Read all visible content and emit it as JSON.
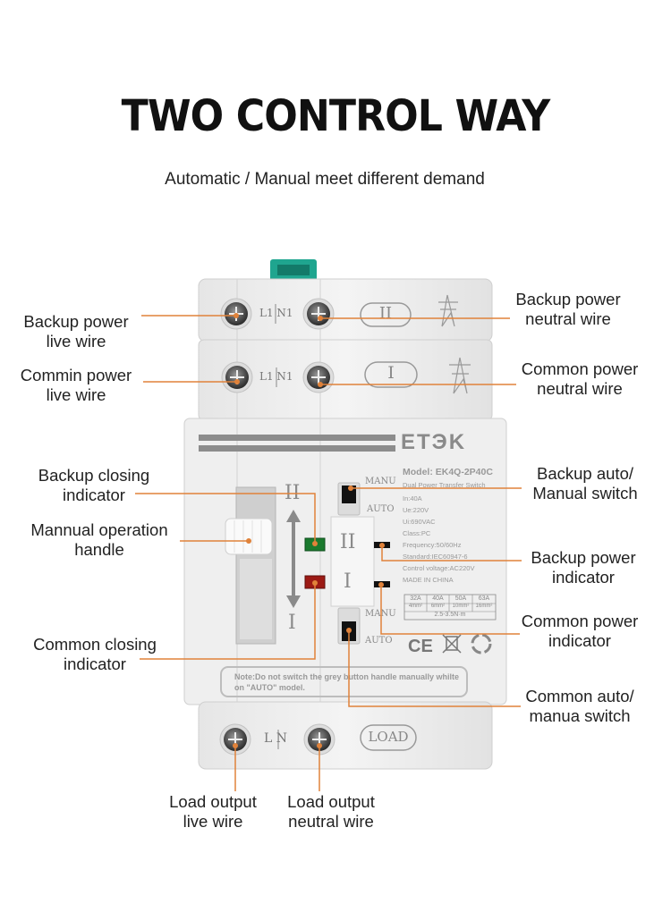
{
  "heading": {
    "title": "TWO CONTROL WAY",
    "subtitle": "Automatic / Manual meet different demand"
  },
  "device": {
    "brand": "ETЭK",
    "model": "Model: EK4Q-2P40C",
    "product": "Dual Power Transfer Switch",
    "specs": [
      "In:40A",
      "Ue:220V",
      "Ui:690VAC",
      "Class:PC",
      "Frequency:50/60Hz",
      "Standard:IEC60947-6",
      "Control voltage:AC220V",
      "MADE IN CHINA"
    ],
    "ratings": [
      "32A",
      "40A",
      "50A",
      "63A"
    ],
    "wire_sizes": [
      "4mm²",
      "6mm²",
      "10mm²",
      "16mm²"
    ],
    "torque": "2.5-3.5N·m",
    "terminal_backup": "L1 N1",
    "terminal_common": "L1 N1",
    "terminal_load": "L N",
    "badge_backup": "II",
    "badge_common": "I",
    "badge_load": "LOAD",
    "pos_ii": "II",
    "pos_i": "I",
    "switch_ii": "II",
    "switch_i": "I",
    "manu_top": "MANU",
    "auto_top": "AUTO",
    "manu_bottom": "MANU",
    "auto_bottom": "AUTO",
    "note": "Note:Do not switch the grey button handle manually whilte on \"AUTO\" model.",
    "colors": {
      "clip": "#1fa58f",
      "callout_line": "#e0823a",
      "green_indicator": "#1a7a2e",
      "red_indicator": "#9c1a14",
      "stripe": "#8c8c8c"
    }
  },
  "callouts": {
    "backup_live": [
      "Backup power",
      "live wire"
    ],
    "backup_neutral": [
      "Backup power",
      "neutral wire"
    ],
    "common_live": [
      "Commin power",
      "live wire"
    ],
    "common_neutral": [
      "Common power",
      "neutral wire"
    ],
    "backup_closing": [
      "Backup closing",
      "indicator"
    ],
    "backup_switch": [
      "Backup auto/",
      "Manual switch"
    ],
    "manual_handle": [
      "Mannual operation",
      "handle"
    ],
    "backup_indicator": [
      "Backup power",
      "indicator"
    ],
    "common_closing": [
      "Common closing",
      "indicator"
    ],
    "common_indicator": [
      "Common power",
      "indicator"
    ],
    "common_switch": [
      "Common auto/",
      "manua switch"
    ],
    "load_live": [
      "Load output",
      "live wire"
    ],
    "load_neutral": [
      "Load output",
      "neutral wire"
    ]
  }
}
